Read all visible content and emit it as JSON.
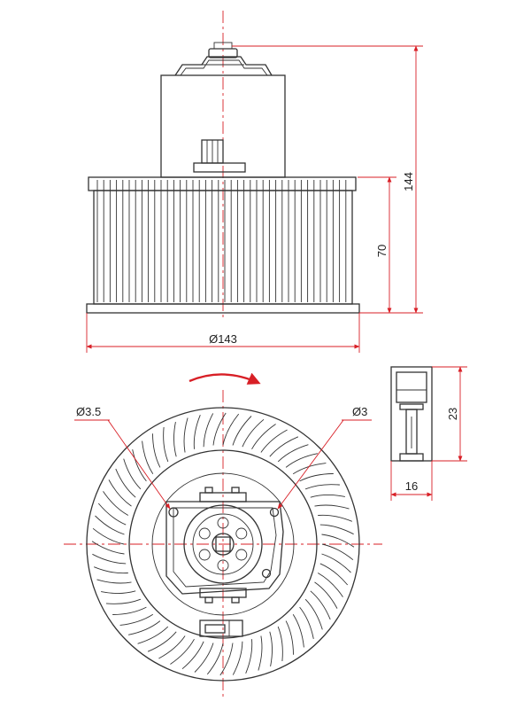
{
  "dimensions": {
    "total_height": "144",
    "fan_height": "70",
    "fan_diameter": "Ø143",
    "hole_left": "Ø3.5",
    "hole_right": "Ø3",
    "connector_height": "23",
    "connector_width": "16"
  },
  "colors": {
    "dimension_line": "#d81f26",
    "outline": "#333333",
    "background": "#ffffff"
  },
  "icons": {
    "rotation": "rotation-direction-arrow-icon"
  }
}
